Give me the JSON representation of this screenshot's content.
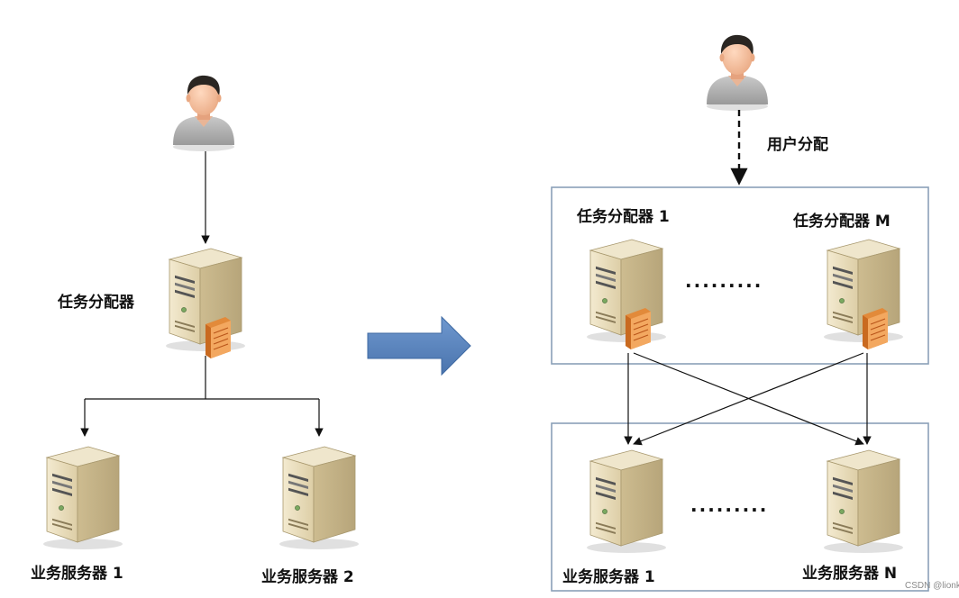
{
  "left": {
    "dispatcher_label": "任务分配器",
    "server1_label": "业务服务器 1",
    "server2_label": "业务服务器 2"
  },
  "right": {
    "user_assign_label": "用户分配",
    "dispatcher1_label": "任务分配器 1",
    "dispatcherM_label": "任务分配器 M",
    "server1_label": "业务服务器 1",
    "serverN_label": "业务服务器 N",
    "dispatcher_gap": "·········",
    "server_gap": "·········"
  },
  "watermark": "CSDN @lionk",
  "colors": {
    "transition_arrow": "#5b86c0",
    "group_border": "#8aa0b8",
    "server_body": "#e8dcb8",
    "server_side": "#c9b88c",
    "component_orange": "#f0a050"
  },
  "icons": [
    "user-icon",
    "server-icon",
    "arrow-right-icon"
  ]
}
